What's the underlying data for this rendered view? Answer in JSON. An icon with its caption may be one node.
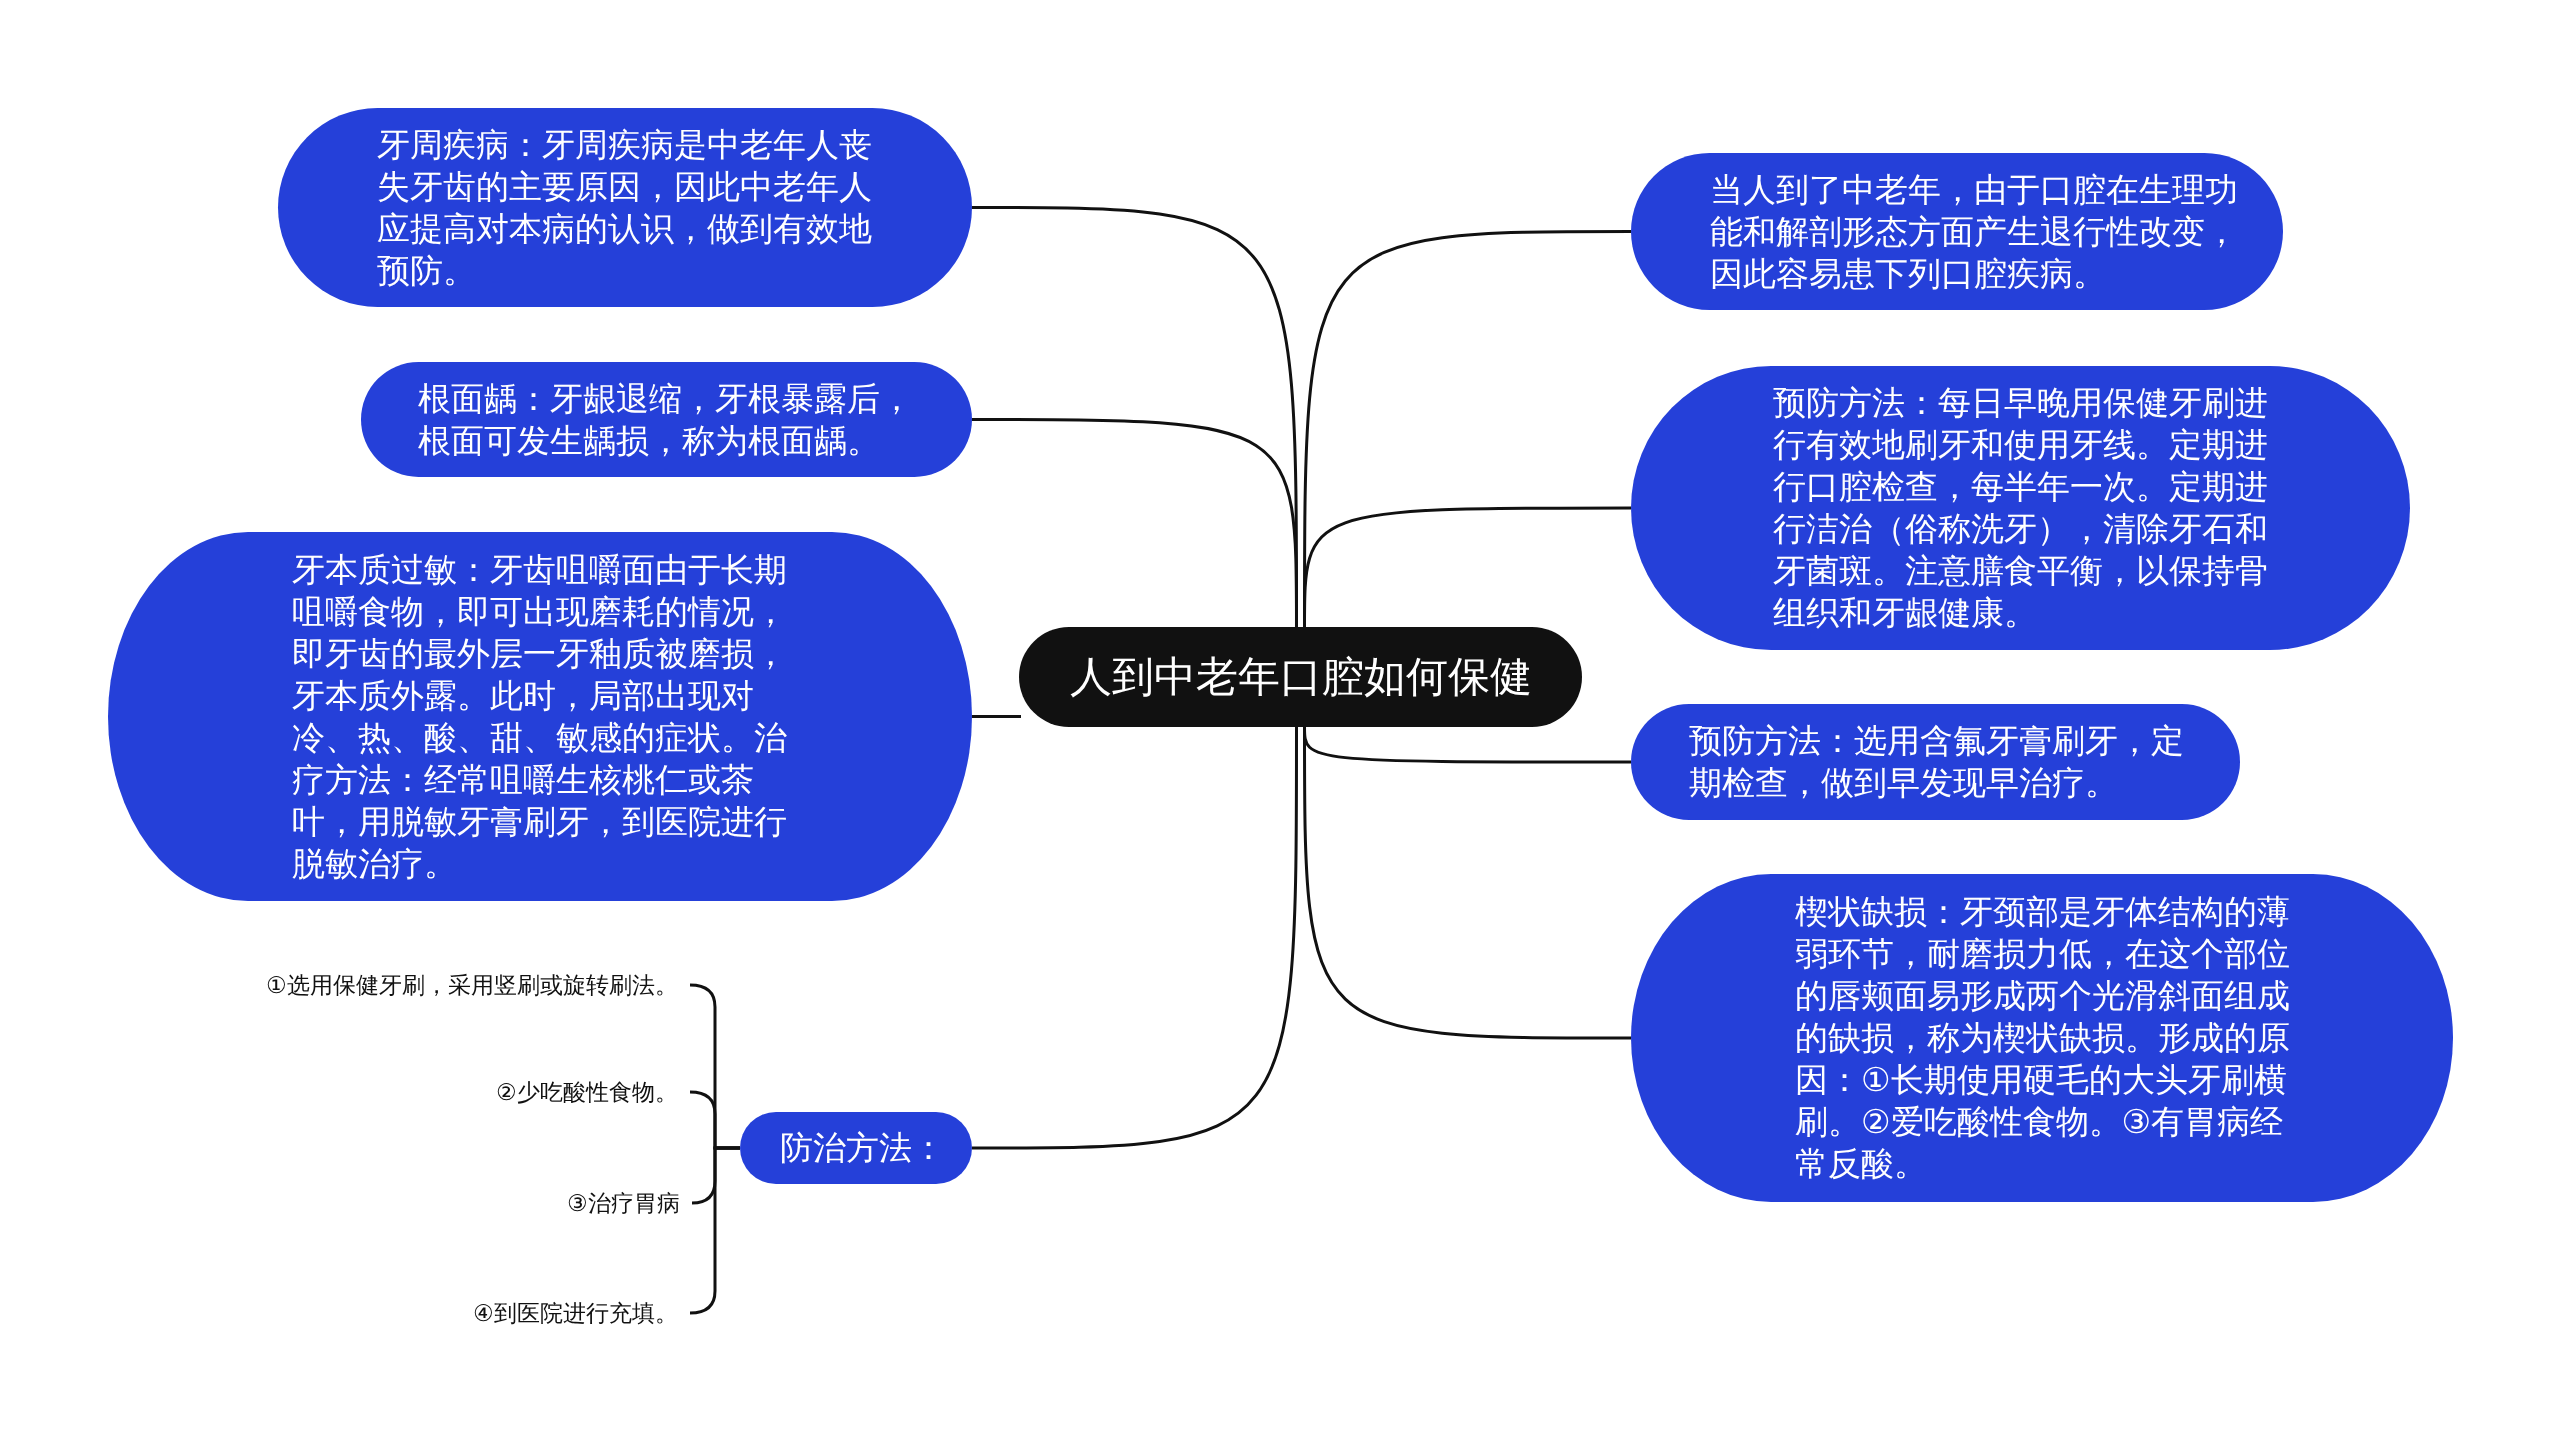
{
  "diagram": {
    "nodes": [
      {
        "text": [
          "人到中老年口腔如何保健"
        ]
      },
      {
        "text": [
          "牙周疾病：牙周疾病是中老年人丧失牙齿的主要原因，因此中老年人应提高对本病的认识，做到有效地预防。"
        ]
      },
      {
        "text": [
          "根面龋：牙龈退缩，牙根暴露后，根面可发生龋损，称为根面龋。"
        ]
      },
      {
        "text": [
          "牙本质过敏：牙齿咀嚼面由于长期咀嚼食物，即可出现磨耗的情况，即牙齿的最外层一牙釉质被磨损，牙本质外露。此时，局部出现对冷、热、酸、甜、敏感的症状。治疗方法：经常咀嚼生核桃仁或茶叶，用脱敏牙膏刷牙，到医院进行脱敏治疗。"
        ]
      },
      {
        "text": [
          "防治方法："
        ]
      },
      {
        "text": [
          "①选用保健牙刷，采用竖刷或旋转刷法。"
        ]
      },
      {
        "text": [
          "②少吃酸性食物。"
        ]
      },
      {
        "text": [
          "③治疗胃病"
        ]
      },
      {
        "text": [
          "④到医院进行充填。"
        ]
      },
      {
        "text": [
          "当人到了中老年，由于口腔在生理功能和解剖形态方面产生退行性改变，因此容易患下列口腔疾病。"
        ]
      },
      {
        "text": [
          "预防方法：每日早晚用保健牙刷进行有效地刷牙和使用牙线。定期进行口腔检查，每半年一次。定期进行洁治（俗称洗牙），清除牙石和牙菌斑。注意膳食平衡，以保持骨组织和牙龈健康。"
        ]
      },
      {
        "text": [
          "预防方法：选用含氟牙膏刷牙，定期检查，做到早发现早治疗。"
        ]
      },
      {
        "text": [
          "楔状缺损：牙颈部是牙体结构的薄弱环节，耐磨损力低，在这个部位的唇颊面易形成两个光滑斜面组成的缺损，称为楔状缺损。形成的原因：①长期使用硬毛的大头牙刷横刷。②爱吃酸性食物。③有胃病经常反酸。"
        ]
      }
    ],
    "edges": [
      {
        "from": 0,
        "to": 1,
        "arrow": "none"
      },
      {
        "from": 0,
        "to": 2,
        "arrow": "none"
      },
      {
        "from": 0,
        "to": 3,
        "arrow": "none"
      },
      {
        "from": 0,
        "to": 4,
        "arrow": "none"
      },
      {
        "from": 4,
        "to": 5,
        "arrow": "none"
      },
      {
        "from": 4,
        "to": 6,
        "arrow": "none"
      },
      {
        "from": 4,
        "to": 7,
        "arrow": "none"
      },
      {
        "from": 4,
        "to": 8,
        "arrow": "none"
      },
      {
        "from": 0,
        "to": 9,
        "arrow": "none"
      },
      {
        "from": 0,
        "to": 10,
        "arrow": "none"
      },
      {
        "from": 0,
        "to": 11,
        "arrow": "none"
      },
      {
        "from": 0,
        "to": 12,
        "arrow": "none"
      }
    ]
  }
}
